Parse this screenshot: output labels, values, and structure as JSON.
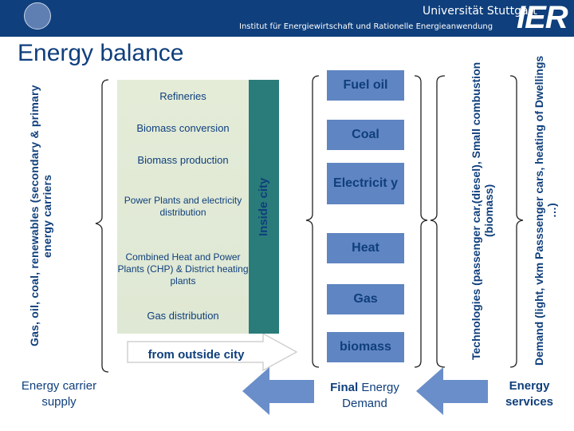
{
  "header": {
    "university": "Universität Stuttgart",
    "institute": "Institut für Energiewirtschaft und Rationelle Energieanwendung",
    "logo_text": "IER"
  },
  "title": "Energy balance",
  "left_label": "Gas, oil, coal, renewables (secondary & primary energy carriers",
  "supply_items": [
    "Refineries",
    "Biomass conversion",
    "Biomass production",
    "Power Plants and electricity distribution",
    "Combined Heat and Power Plants (CHP) & District heating plants",
    "Gas distribution"
  ],
  "inside_city": "Inside city",
  "from_outside": "from outside city",
  "carriers": [
    "Fuel oil",
    "Coal",
    "Electricit y",
    "Heat",
    "Gas",
    "biomass"
  ],
  "technologies": "Technologies (passenger car,(diesel), Small combustion (biomass)",
  "demand": "Demand (light, vkm Passsenger cars, heating of Dwellings …)",
  "footer": {
    "energy_carrier_supply": "Energy carrier supply",
    "final_energy_demand_bold": "Final",
    "final_energy_demand_rest": " Energy Demand",
    "energy_services": "Energy services"
  },
  "colors": {
    "header": "#0f3f7c",
    "supply_fill": "#e4ecd8",
    "inside_city_bar": "#2a7c7a",
    "carrier_box": "#5f85c2",
    "arrow": "#6a8ec9"
  }
}
